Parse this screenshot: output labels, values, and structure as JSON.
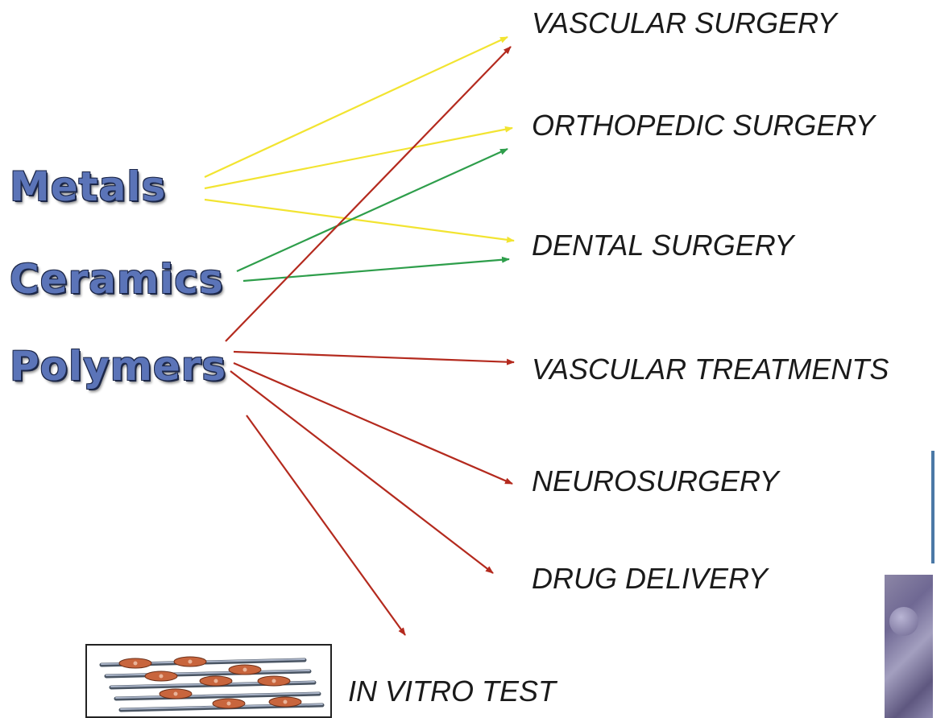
{
  "materials": {
    "metals": "Metals",
    "ceramics": "Ceramics",
    "polymers": "Polymers"
  },
  "applications": {
    "vascular_surgery": "VASCULAR SURGERY",
    "orthopedic_surgery": "ORTHOPEDIC SURGERY",
    "dental_surgery": "DENTAL SURGERY",
    "vascular_treatments": "VASCULAR TREATMENTS",
    "neurosurgery": "NEUROSURGERY",
    "drug_delivery": "DRUG DELIVERY",
    "in_vitro_test": "IN VITRO TEST"
  },
  "colors": {
    "metals": "#f2e431",
    "ceramics": "#2e9e4b",
    "polymers": "#b42a1e",
    "material_text": "#5b74b8"
  },
  "links": [
    {
      "from": "metals",
      "to": "vascular_surgery"
    },
    {
      "from": "metals",
      "to": "orthopedic_surgery"
    },
    {
      "from": "metals",
      "to": "dental_surgery"
    },
    {
      "from": "ceramics",
      "to": "orthopedic_surgery"
    },
    {
      "from": "ceramics",
      "to": "dental_surgery"
    },
    {
      "from": "polymers",
      "to": "vascular_surgery"
    },
    {
      "from": "polymers",
      "to": "vascular_treatments"
    },
    {
      "from": "polymers",
      "to": "neurosurgery"
    },
    {
      "from": "polymers",
      "to": "drug_delivery"
    },
    {
      "from": "polymers",
      "to": "in_vitro_test"
    }
  ]
}
